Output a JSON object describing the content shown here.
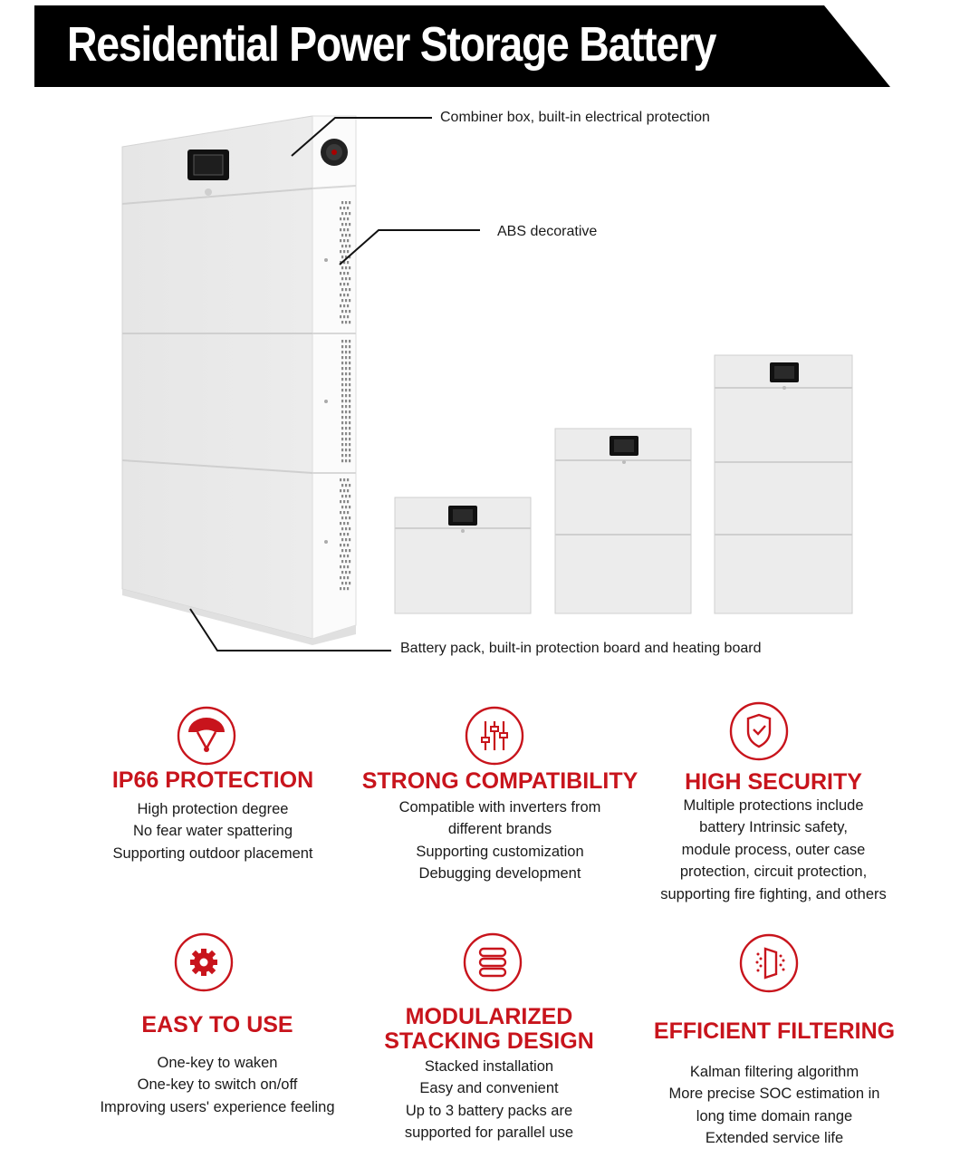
{
  "banner": {
    "title": "Residential Power Storage Battery"
  },
  "callouts": {
    "combiner": "Combiner box, built-in electrical protection",
    "abs": "ABS decorative",
    "pack": "Battery pack, built-in protection board and heating board"
  },
  "features": [
    {
      "icon": "umbrella-icon",
      "title": "IP66 PROTECTION",
      "lines": [
        "High protection degree",
        "No fear water spattering",
        "Supporting outdoor placement"
      ]
    },
    {
      "icon": "sliders-icon",
      "title": "STRONG COMPATIBILITY",
      "lines": [
        "Compatible with inverters from",
        "different brands",
        "Supporting customization",
        "Debugging development"
      ]
    },
    {
      "icon": "shield-check-icon",
      "title": "HIGH SECURITY",
      "lines": [
        "Multiple protections include",
        "battery Intrinsic safety,",
        "module process, outer case",
        "protection, circuit protection,",
        "supporting fire fighting, and others"
      ]
    },
    {
      "icon": "gear-icon",
      "title": "EASY TO USE",
      "lines": [
        "One-key to waken",
        "One-key to switch on/off",
        "Improving users' experience feeling"
      ]
    },
    {
      "icon": "stack-layers-icon",
      "title_lines": [
        "MODULARIZED",
        "STACKING DESIGN"
      ],
      "lines": [
        "Stacked installation",
        "Easy and convenient",
        "Up to 3 battery packs are",
        "supported for parallel use"
      ]
    },
    {
      "icon": "filter-door-icon",
      "title": "EFFICIENT FILTERING",
      "lines": [
        "Kalman filtering algorithm",
        "More precise SOC estimation in",
        "long time domain range",
        "Extended service life"
      ]
    }
  ],
  "colors": {
    "accent": "#c8141c",
    "banner": "#000000"
  }
}
